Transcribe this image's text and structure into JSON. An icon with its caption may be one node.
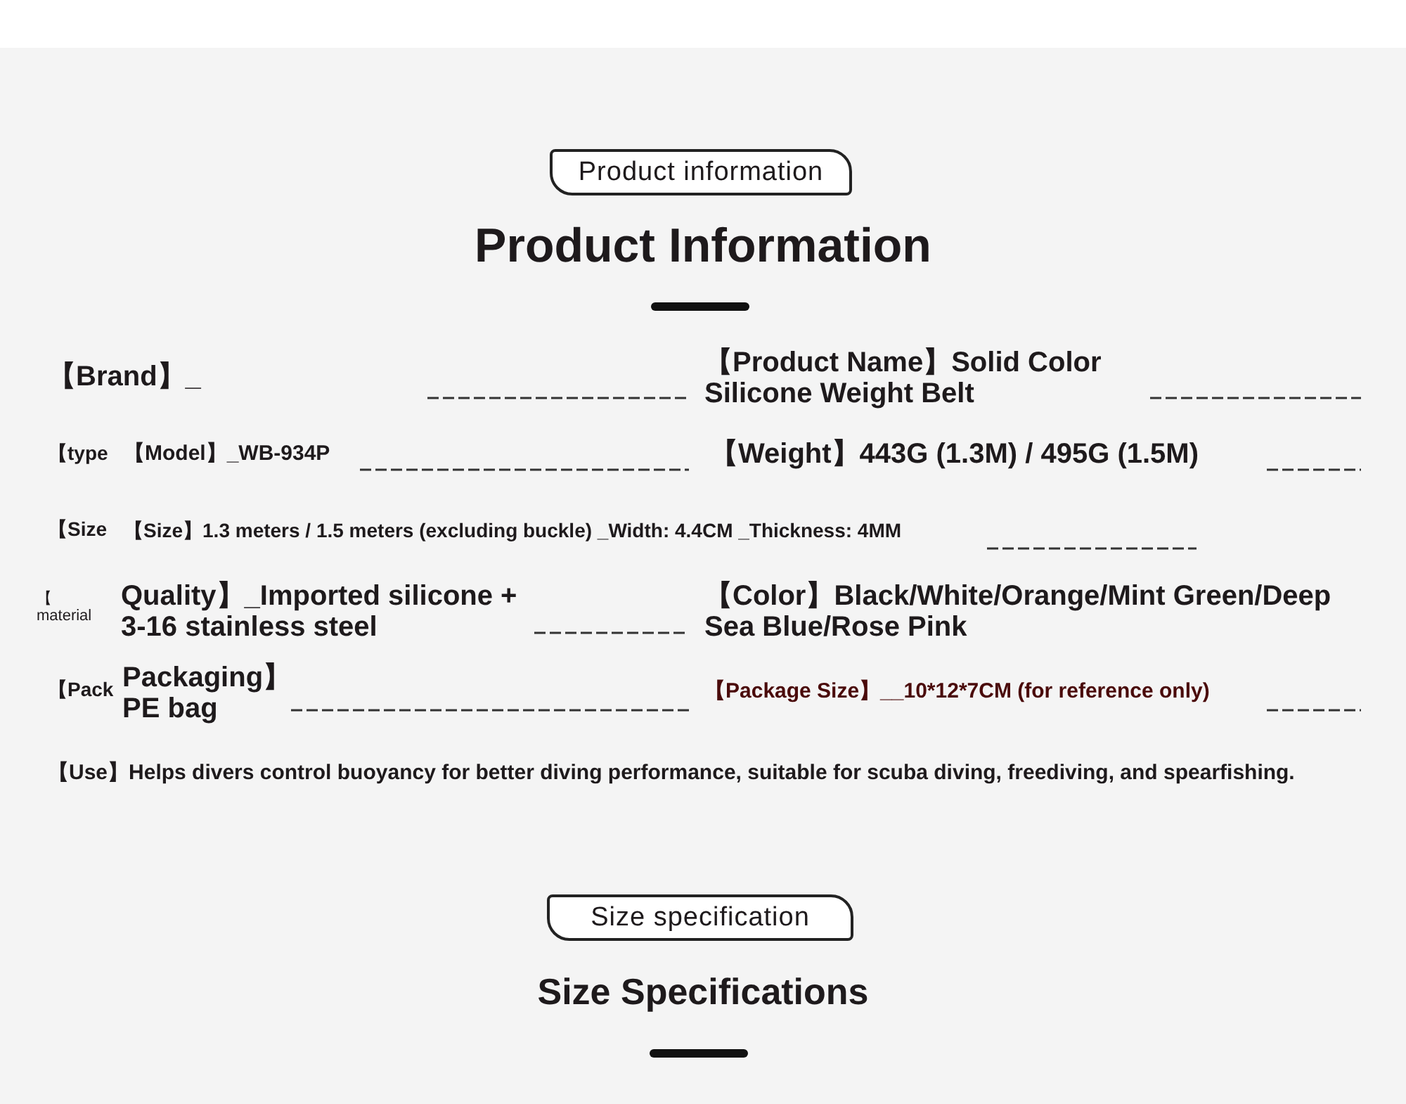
{
  "diagram": {
    "title": "Product Information",
    "nodes": [
      {
        "text": [
          "Product information"
        ]
      },
      {
        "text": [
          "Size specification"
        ]
      }
    ],
    "labels": [
      "【Brand】_",
      "【Product Name】Solid Color Silicone Weight Belt",
      "【type",
      "【Model】_WB-934P",
      "【Weight】443G (1.3M) / 495G (1.5M)",
      "【Size",
      "【Size】1.3 meters / 1.5 meters (excluding buckle) _Width: 4.4CM _Thickness: 4MM",
      "【 material",
      "Quality】_Imported silicone + 3-16 stainless steel",
      "【Color】Black/White/Orange/Mint Green/Deep Sea Blue/Rose Pink",
      "【Pack",
      "Packaging】 PE bag",
      "【Package Size】__10*12*7CM (for reference only)",
      "【Use】Helps divers control buoyancy for better diving performance, suitable for scuba diving, freediving, and spearfishing.",
      "Size Specifications"
    ]
  }
}
